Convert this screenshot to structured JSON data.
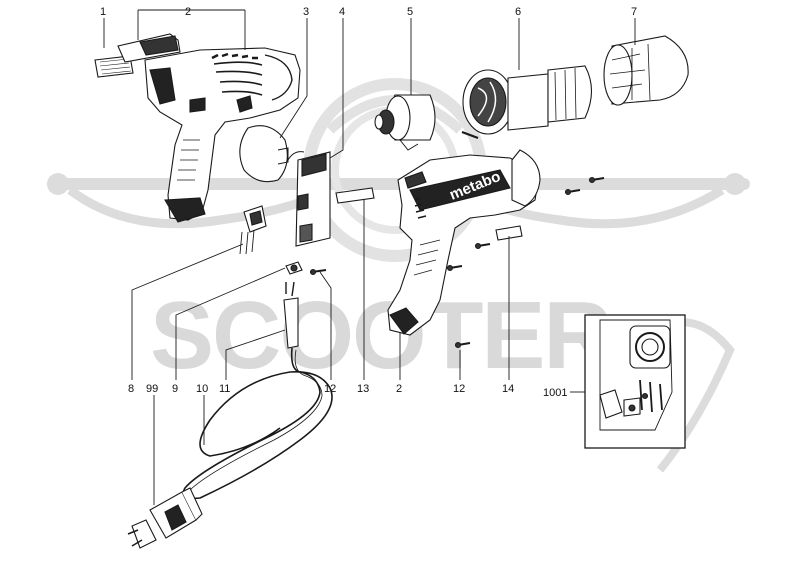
{
  "diagram": {
    "labels": [
      "1",
      "2",
      "3",
      "4",
      "5",
      "6",
      "7",
      "8",
      "99",
      "10",
      "11",
      "9",
      "12",
      "13",
      "2",
      "12",
      "14",
      "1001"
    ],
    "brand_text": "metabo",
    "watermark_text": "SCOOTER"
  },
  "colors": {
    "line": "#1a1a1a",
    "watermark": "#d9d9d9"
  }
}
